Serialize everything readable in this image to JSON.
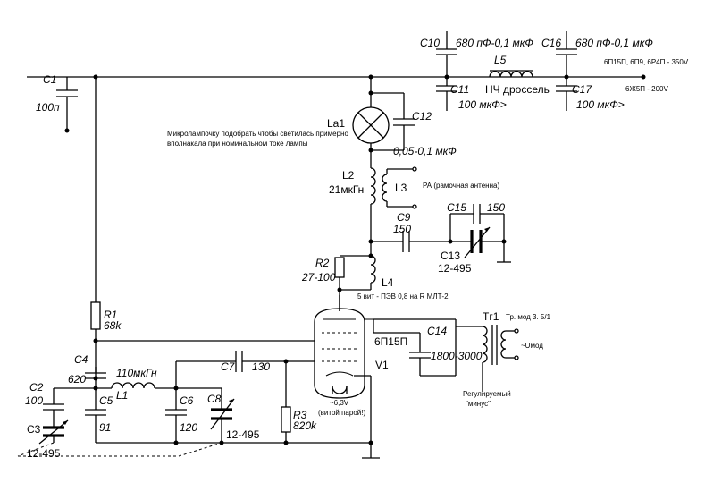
{
  "labels": {
    "c1": "C1",
    "c1v": "100п",
    "c10": "C10",
    "c10v": "680 пФ-0,1 мкФ",
    "c16": "C16",
    "c16v": "680 пФ-0,1 мкФ",
    "l5": "L5",
    "l5v": "НЧ дроссель",
    "c11": "C11",
    "c11v": "100 мкФ>",
    "c17": "C17",
    "c17v": "100 мкФ>",
    "rail1": "6П15П, 6П9, 6Р4П - 350V",
    "rail2": "6Ж5П - 200V",
    "la1": "La1",
    "lamp_note1": "Микролампочку подобрать чтобы светилась примерно",
    "lamp_note2": "вполнакала при номинальном токе лампы",
    "c12": "C12",
    "c12v": "0,05-0,1 мкФ",
    "l2": "L2",
    "l2v": "21мкГн",
    "l3": "L3",
    "l3v": "РА (рамочная антенна)",
    "c15": "C15",
    "c15v": "150",
    "c9": "C9",
    "c9v": "150",
    "c13": "C13",
    "c13v": "12-495",
    "r2": "R2",
    "r2v": "27-100",
    "l4": "L4",
    "l4v": "5 вит - ПЭВ 0,8 на R МЛТ-2",
    "r1": "R1",
    "r1v": "68k",
    "tube": "6П15П",
    "v1": "V1",
    "c14": "C14",
    "c14v": "1800-3000",
    "tr1": "Тг1",
    "tr1v": "Тр. мод 3. 5/1",
    "umod": "~Uмод",
    "reg1": "Регулируемый",
    "reg2": "\"минус\"",
    "heater1": "~6,3V",
    "heater2": "(витой парой!)",
    "c4": "C4",
    "c4v": "620",
    "c2": "C2",
    "c2v": "100",
    "l1": "L1",
    "l1v": "110мкГн",
    "c7": "C7",
    "c7v": "130",
    "c5": "C5",
    "c5v": "91",
    "c6": "C6",
    "c6v": "120",
    "c8": "C8",
    "c8v": "12-495",
    "c3": "C3",
    "c3v": "12-495",
    "r3": "R3",
    "r3v": "820k"
  }
}
